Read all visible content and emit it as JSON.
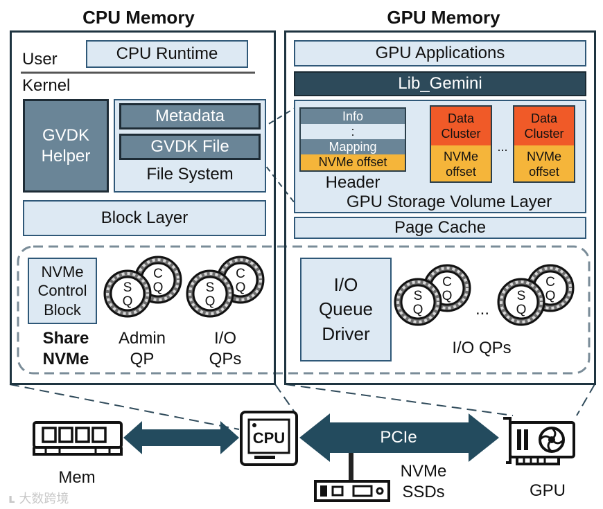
{
  "cpu": {
    "title": "CPU Memory",
    "user_label": "User",
    "kernel_label": "Kernel",
    "runtime": "CPU Runtime",
    "gvdk_helper": [
      "GVDK",
      "Helper"
    ],
    "metadata": "Metadata",
    "gvdk_file": "GVDK File",
    "file_system": "File System",
    "block_layer": "Block Layer",
    "nvme_control_block": [
      "NVMe",
      "Control",
      "Block"
    ],
    "share_nvme": [
      "Share",
      "NVMe"
    ],
    "admin_qp": [
      "Admin",
      "QP"
    ],
    "io_qps": [
      "I/O",
      "QPs"
    ]
  },
  "gpu": {
    "title": "GPU Memory",
    "applications": "GPU Applications",
    "lib": "Lib_Gemini",
    "header_rows": [
      "Info",
      ":",
      "Mapping",
      "NVMe offset"
    ],
    "header_label": "Header",
    "data_cluster": [
      "Data",
      "Cluster"
    ],
    "nvme_offset": [
      "NVMe",
      "offset"
    ],
    "ellipsis": "...",
    "storage_volume_layer": "GPU Storage Volume Layer",
    "page_cache": "Page Cache",
    "io_queue_driver": [
      "I/O",
      "Queue",
      "Driver"
    ],
    "io_qps": "I/O QPs"
  },
  "queue": {
    "sq": [
      "S",
      "Q"
    ],
    "cq": [
      "C",
      "Q"
    ]
  },
  "hardware": {
    "mem": "Mem",
    "cpu": "CPU",
    "pcie": "PCIe",
    "nvme_ssds": [
      "NVMe",
      "SSDs"
    ],
    "gpu": "GPU"
  },
  "colors": {
    "border": "#1e3440",
    "light_box": "#dde9f3",
    "dark_box": "#6a8597",
    "lib_box": "#2d4a5a",
    "data_cluster": "#f05a28",
    "nvme_offset": "#f5b53a",
    "dashed_orange": "#f06a40",
    "pcie_arrow": "#234b5e"
  },
  "watermark": "大数跨境"
}
